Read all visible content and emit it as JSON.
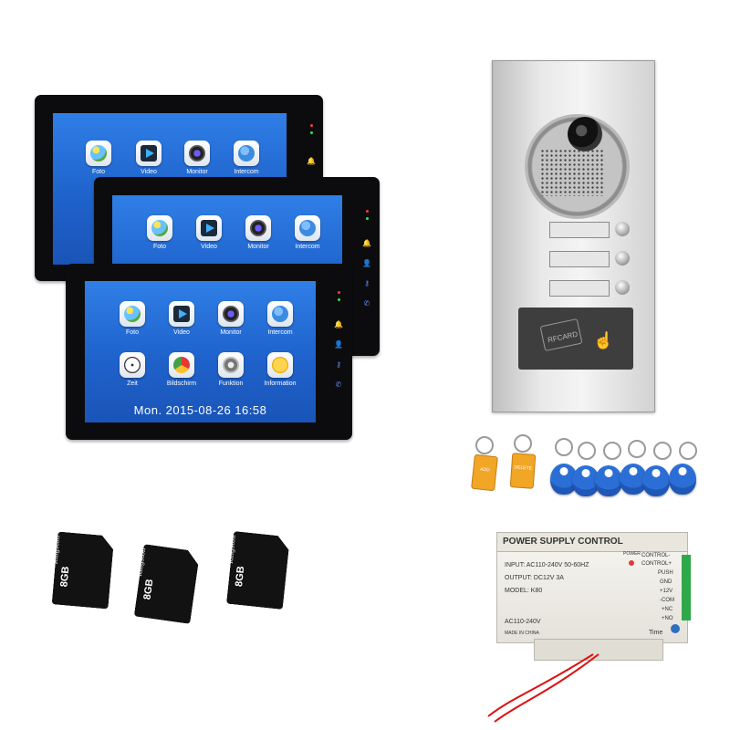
{
  "monitors": {
    "apps_row1": [
      "Foto",
      "Video",
      "Monitor",
      "Intercom"
    ],
    "apps_row2": [
      "Zeit",
      "Bildschirm",
      "Funktion",
      "Information"
    ],
    "datetime": "Mon. 2015-08-26 16:58"
  },
  "door_station": {
    "rfid_label": "RFCARD"
  },
  "keyfobs": {
    "admin_add": "ADD",
    "admin_delete": "DELETE",
    "blue_count": 6
  },
  "sd_cards": {
    "brand": "Kingston",
    "capacity": "8GB",
    "type": "micro SD HC",
    "count": 3
  },
  "power_supply": {
    "title": "POWER SUPPLY CONTROL",
    "input": "INPUT: AC110-240V  50-60HZ",
    "output": "OUTPUT: DC12V  3A",
    "model": "MODEL: K80",
    "power_label": "POWER",
    "ac_label": "AC110-240V",
    "made": "MADE IN CHINA",
    "time_label": "Time",
    "terminals": [
      "CONTROL-",
      "CONTROL+",
      "PUSH",
      "GND",
      "+12V",
      "-COM",
      "+NC",
      "+NO"
    ]
  }
}
